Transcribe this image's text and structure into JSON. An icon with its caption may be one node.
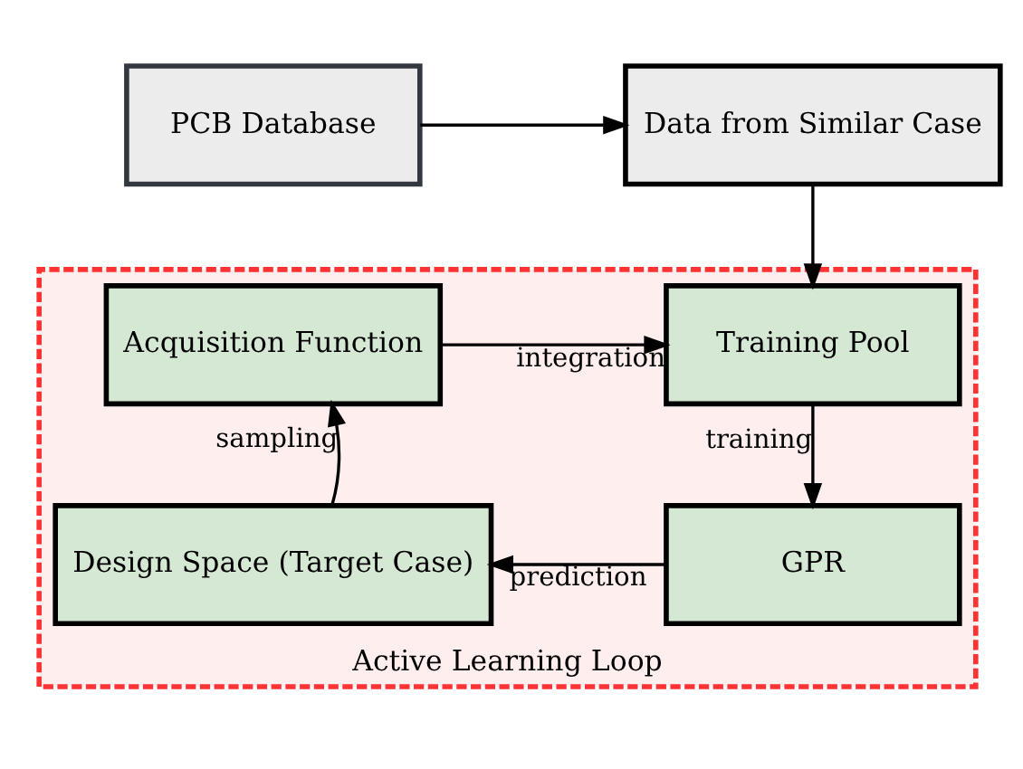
{
  "diagram": {
    "nodes": [
      {
        "text": [
          "PCB Database"
        ]
      },
      {
        "text": [
          "Data from Similar Case"
        ]
      },
      {
        "text": [
          "Active Learning Loop"
        ]
      },
      {
        "text": [
          "Acquisition Function"
        ],
        "in": 2
      },
      {
        "text": [
          "Training Pool"
        ],
        "in": 2
      },
      {
        "text": [
          "Design Space (Target Case)"
        ],
        "in": 2
      },
      {
        "text": [
          "GPR"
        ],
        "in": 2
      }
    ],
    "edges": [
      {
        "from": 0,
        "to": 1,
        "arrow": "to"
      },
      {
        "from": 1,
        "to": 4,
        "arrow": "to"
      },
      {
        "from": 3,
        "to": 4,
        "arrow": "to",
        "label": "integration"
      },
      {
        "from": 4,
        "to": 6,
        "arrow": "to",
        "label": "training"
      },
      {
        "from": 6,
        "to": 5,
        "arrow": "to",
        "label": "prediction"
      },
      {
        "from": 5,
        "to": 3,
        "arrow": "to",
        "label": "sampling"
      }
    ]
  }
}
